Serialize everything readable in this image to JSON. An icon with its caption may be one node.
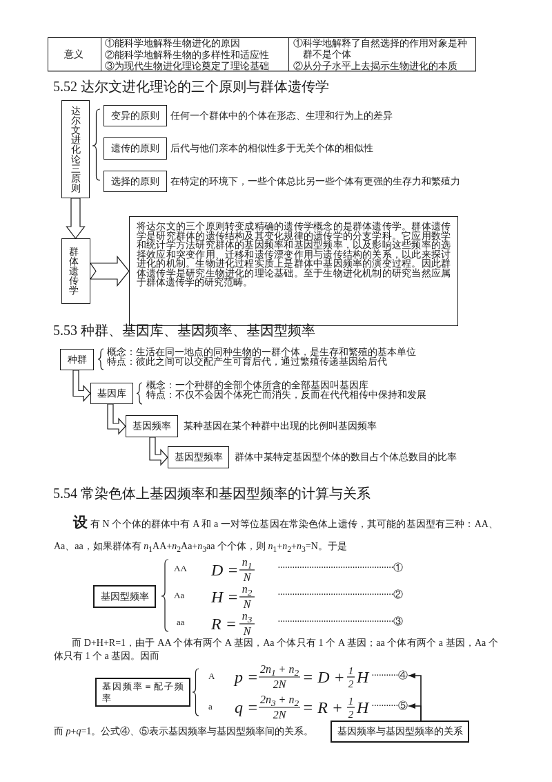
{
  "diagram": {
    "nodes": [
      {
        "text": [
          "达尔文进化论三原则"
        ]
      },
      {
        "text": [
          "变异的原则"
        ],
        "beside": [
          "任何一个群体中的个体在形态、生理和行为上的差异"
        ]
      },
      {
        "text": [
          "遗传的原则"
        ],
        "beside": [
          "后代与他们亲本的相似性多于无关个体的相似性"
        ]
      },
      {
        "text": [
          "选择的原则"
        ],
        "beside": [
          "在特定的环境下，一些个体总比另一些个体有更强的生存力和繁殖力"
        ]
      },
      {
        "text": [
          "群体遗传学"
        ]
      },
      {
        "text": [
          "将达尔文的三个原则转变成精确的遗传学概念的是群体遗传学。群体遗传学是研究群体的遗传结构及其变化规律的遗传学的分支学科。它应用数学和统计学方法研究群体的基因频率和基因型频率，以及影响这些频率的选择效应和突变作用、迁移和遗传漂变作用与遗传结构的关系，以此来探讨进化的机制。生物进化过程实质上是群体中基因频率的演变过程。因此群体遗传学是研究生物进化的理论基础。至于生物进化机制的研究当然应属于群体遗传学的研究范畴。"
        ]
      },
      {
        "text": [
          "种群"
        ],
        "beside": [
          "概念：生活在同一地点的同种生物的一群个体，是生存和繁殖的基本单位",
          "特点：彼此之间可以交配产生可育后代，通过繁殖传递基因给后代"
        ]
      },
      {
        "text": [
          "基因库"
        ],
        "beside": [
          "概念：一个种群的全部个体所含的全部基因叫基因库",
          "特点：不仅不会因个体死亡而消失，反而在代代相传中保持和发展"
        ]
      },
      {
        "text": [
          "基因频率"
        ],
        "beside": [
          "某种基因在某个种群中出现的比例叫基因频率"
        ]
      },
      {
        "text": [
          "基因型频率"
        ],
        "beside": [
          "群体中某特定基因型个体的数目占个体总数目的比率"
        ]
      },
      {
        "text": [
          "基因型频率"
        ]
      },
      {
        "text": [
          "基因频率＝配子频率"
        ]
      },
      {
        "text": [
          "④"
        ]
      },
      {
        "text": [
          "⑤"
        ]
      },
      {
        "text": [
          "基因频率与基因型频率的关系"
        ]
      }
    ],
    "edges": [
      {
        "from": 0,
        "to": 4,
        "arrow": "to"
      },
      {
        "from": 4,
        "to": 5,
        "arrow": "to"
      },
      {
        "from": 6,
        "to": 7,
        "arrow": "to"
      },
      {
        "from": 7,
        "to": 8,
        "arrow": "to"
      },
      {
        "from": 8,
        "to": 9,
        "arrow": "to"
      },
      {
        "from": 14,
        "to": 12,
        "arrow": "to"
      },
      {
        "from": 14,
        "to": 13,
        "arrow": "to"
      }
    ],
    "labels": [
      "意义",
      "①能科学地解释生物进化的原因",
      "②能科学地解释生物的多样性和适应性",
      "③为现代生物进化理论奠定了理论基础",
      "①科学地解释了自然选择的作用对象是种群不是个体",
      "②从分子水平上去揭示生物进化的本质",
      "5.52 达尔文进化理论的三个原则与群体遗传学",
      "5.53 种群、基因库、基因频率、基因型频率",
      "5.54 常染色体上基因频率和基因型频率的计算与关系",
      "**设** 有 N 个个体的群体中有 A 和 a 一对等位基因在常染色体上遗传，其可能的基因型有三种：AA、Aa、aa，如果群体有 *n*$_{1}$AA+*n*$_{2}$Aa+*n*$_{3}$aa 个个体，则 *n*$_{1}$+*n*$_{2}$+*n*$_{3}$=N。于是",
      "AA",
      "D =",
      "n$_{1}$",
      "N",
      "················································①",
      "Aa",
      "H =",
      "n$_{2}$",
      "N",
      "················································②",
      "aa",
      "R =",
      "n$_{3}$",
      "N",
      "················································③",
      "而 D+H+R=1，由于 AA 个体有两个 A 基因，Aa 个体只有 1 个 A 基因；aa 个体有两个 a 基因，Aa 个体只有 1 个 a 基因。因而",
      "A",
      "p =",
      "2n$_{1}$ + n$_{2}$",
      "2N",
      "= D +",
      "1",
      "2",
      "H",
      "···········",
      "a",
      "q =",
      "2n$_{3}$ + n$_{2}$",
      "2N",
      "= R +",
      "1",
      "2",
      "H",
      "···········",
      "而 *p*+*q*=1。公式④、⑤表示基因频率与基因型频率间的关系。"
    ]
  }
}
